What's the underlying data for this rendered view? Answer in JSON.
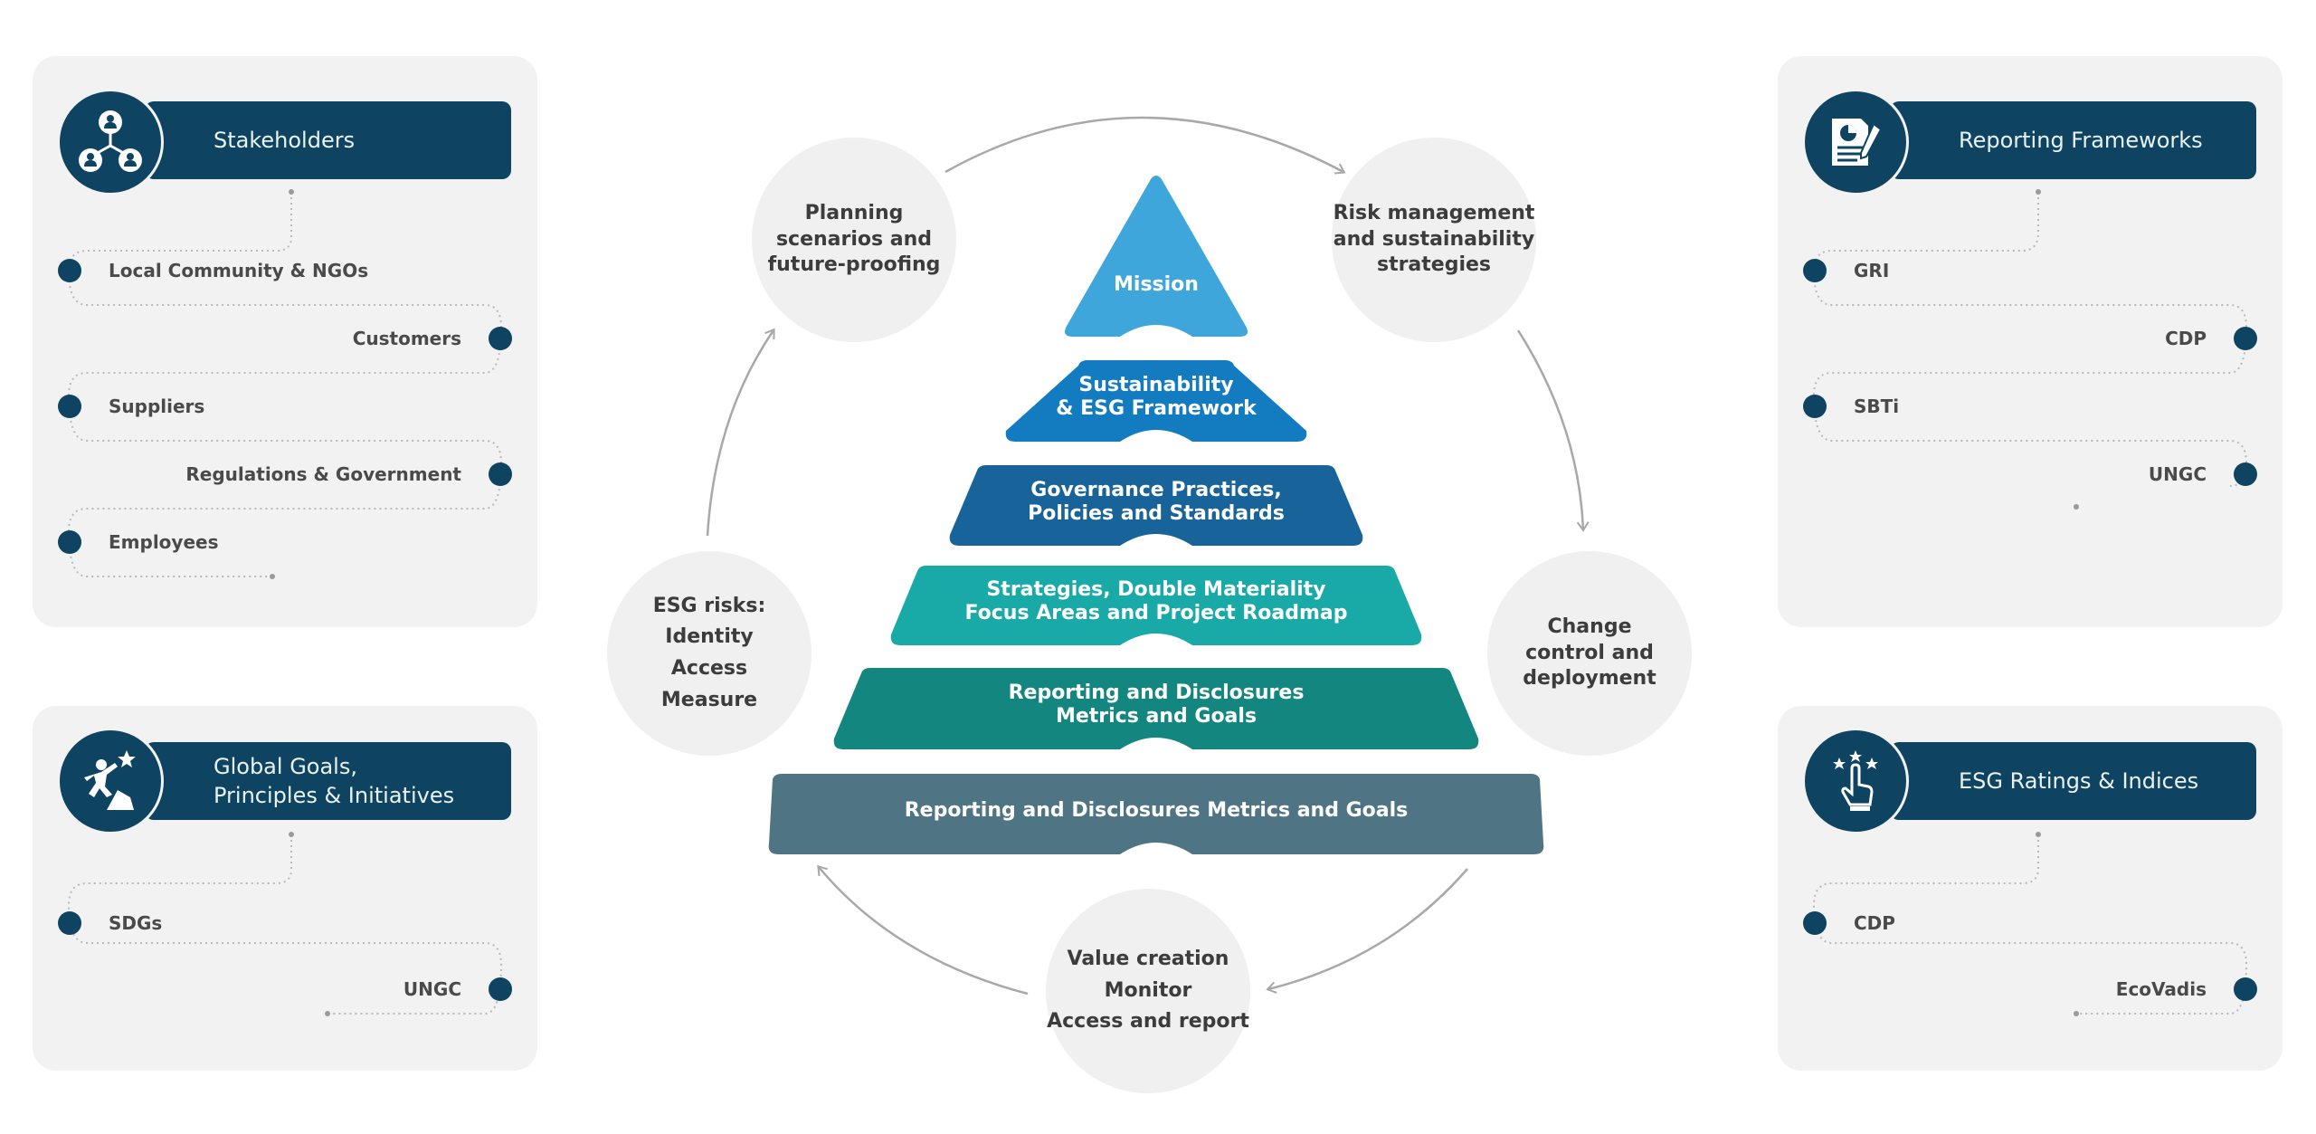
{
  "colors": {
    "panel_bg": "#f2f2f2",
    "header_navy": "#0e4461",
    "circle_bg": "#f0f0f0",
    "arrow": "#a8a8a8",
    "tiers": [
      "#3fa6dc",
      "#137cc1",
      "#17639a",
      "#19aaa8",
      "#138680",
      "#4f7585"
    ]
  },
  "panels": {
    "stakeholders": {
      "title": "Stakeholders",
      "icon": "stakeholders-network-icon",
      "items": [
        "Local Community & NGOs",
        "Customers",
        "Suppliers",
        "Regulations & Government",
        "Employees"
      ]
    },
    "global_goals": {
      "title_line1": "Global Goals,",
      "title_line2": "Principles & Initiatives",
      "icon": "climber-star-icon",
      "items": [
        "SDGs",
        "UNGC"
      ]
    },
    "reporting_frameworks": {
      "title": "Reporting Frameworks",
      "icon": "report-document-icon",
      "items": [
        "GRI",
        "CDP",
        "SBTi",
        "UNGC"
      ]
    },
    "esg_ratings": {
      "title": "ESG Ratings & Indices",
      "icon": "rating-stars-hand-icon",
      "items": [
        "CDP",
        "EcoVadis"
      ]
    }
  },
  "cycle": {
    "planning": [
      "Planning",
      "scenarios and",
      "future-proofing"
    ],
    "risk": [
      "Risk management",
      "and sustainability",
      "strategies"
    ],
    "change": [
      "Change",
      "control and",
      "deployment"
    ],
    "value": [
      "Value creation",
      "Monitor",
      "Access and report"
    ],
    "esg_risks": [
      "ESG risks:",
      "Identity",
      "Access",
      "Measure"
    ]
  },
  "pyramid": [
    {
      "line1": "Mission",
      "line2": ""
    },
    {
      "line1": "Sustainability",
      "line2": "& ESG Framework"
    },
    {
      "line1": "Governance Practices,",
      "line2": "Policies and Standards"
    },
    {
      "line1": "Strategies, Double Materiality",
      "line2": "Focus Areas and Project Roadmap"
    },
    {
      "line1": "Reporting and Disclosures",
      "line2": "Metrics and Goals"
    },
    {
      "line1": "Reporting and Disclosures Metrics and Goals",
      "line2": ""
    }
  ]
}
